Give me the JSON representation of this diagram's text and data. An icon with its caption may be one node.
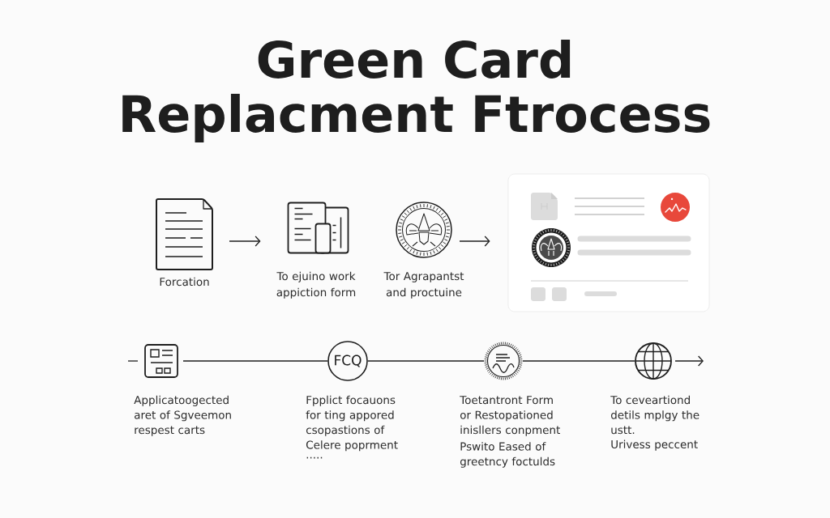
{
  "diagram": {
    "title": "Green Card Replacment Ftrocess",
    "nodes": [
      {
        "text": [
          "Forcation"
        ]
      },
      {
        "text": [
          "To ejuino work appiction form"
        ]
      },
      {
        "text": [
          "Tor Agrapantst and proctuine"
        ]
      },
      {
        "text": [],
        "shape": "picture"
      },
      {
        "text": [
          "Applicatoogected aret of Sgveemon respest carts"
        ]
      },
      {
        "text": [
          "FCQ",
          "Fpplict focauons for ting appored csopastions of Celere poprment",
          "....."
        ]
      },
      {
        "text": [
          "Toetantront Form or Restopationed inisllers conpment",
          "Pswito Eased of greetncy foctulds"
        ]
      },
      {
        "text": [
          "To ceveartiond detils mplgy the ustt.",
          "Urivess peccent"
        ]
      }
    ],
    "edges": [
      {
        "from": 0,
        "to": 1,
        "arrow": "to"
      },
      {
        "from": 2,
        "to": 3,
        "arrow": "to"
      },
      {
        "from": null,
        "to": 4,
        "arrow": "none"
      },
      {
        "from": 4,
        "to": 5,
        "arrow": "none"
      },
      {
        "from": 5,
        "to": 6,
        "arrow": "none"
      },
      {
        "from": 6,
        "to": 7,
        "arrow": "none"
      },
      {
        "from": 7,
        "to": null,
        "arrow": "to"
      }
    ]
  }
}
